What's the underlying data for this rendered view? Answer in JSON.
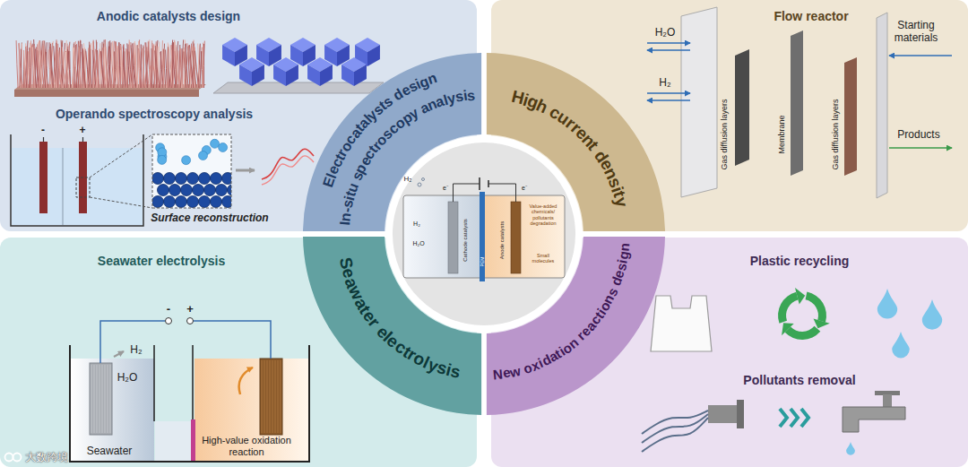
{
  "diagram": {
    "nodes": [
      {
        "text": [
          "Anodic catalysts design",
          "Operando spectroscopy analysis"
        ]
      },
      {
        "text": [
          "Flow reactor"
        ]
      },
      {
        "text": [
          "Seawater electrolysis"
        ]
      },
      {
        "text": [
          "Plastic recycling",
          "Pollutants removal"
        ]
      },
      {
        "text": [
          "Electrocatalysts design",
          "In-situ spectroscopy analysis"
        ]
      },
      {
        "text": [
          "High current density"
        ]
      },
      {
        "text": [
          "Seawater electrolysis"
        ]
      },
      {
        "text": [
          "New oxidation reactions design"
        ]
      }
    ],
    "labels": [
      "-",
      "+",
      "Surface reconstruction",
      "H₂O",
      "H₂",
      "Gas diffusion layers",
      "Membrane",
      "Gas diffusion layers",
      "Starting materials",
      "Products",
      "-",
      "+",
      "H₂",
      "H₂O",
      "Seawater",
      "High-value oxidation reaction",
      "H₂",
      "e⁻",
      "e⁻",
      "H₂",
      "H₂O",
      "Cathode catalysts",
      "PEM",
      "Anode catalysts",
      "Value-added chemicals/ pollutants degradation",
      "Small molecules",
      "大数跨境"
    ]
  }
}
